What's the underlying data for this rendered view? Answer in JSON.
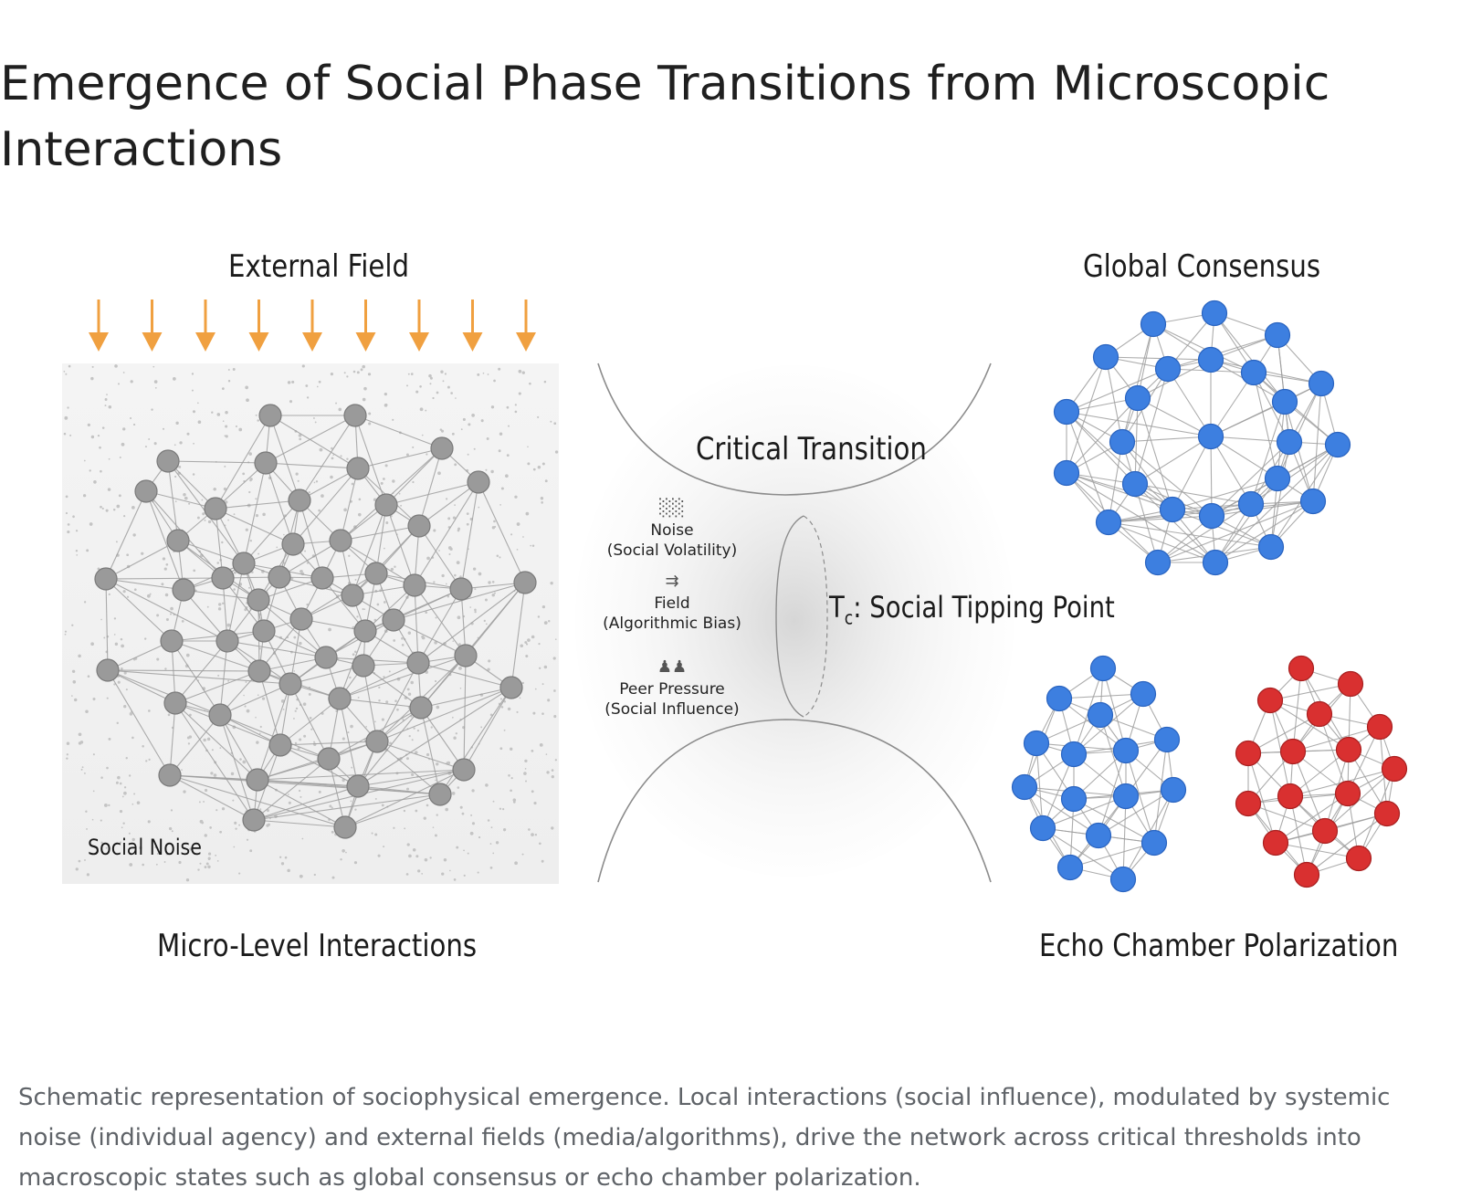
{
  "title": "Emergence of Social Phase Transitions from Microscopic Interactions",
  "diagram": {
    "external_field_label": "External Field",
    "social_noise_label": "Social Noise",
    "micro_label": "Micro-Level Interactions",
    "critical_label": "Critical Transition",
    "tipping_point": {
      "symbol": "T",
      "subscript": "c",
      "text": ": Social Tipping Point"
    },
    "global_consensus_label": "Global Consensus",
    "echo_label": "Echo Chamber Polarization",
    "legend": [
      {
        "icon": "noise-icon",
        "line1": "Noise",
        "line2": "(Social Volatility)"
      },
      {
        "icon": "field-icon",
        "line1": "Field",
        "line2": "(Algorithmic Bias)"
      },
      {
        "icon": "peer-pressure-icon",
        "line1": "Peer Pressure",
        "line2": "(Social Influence)"
      }
    ],
    "colors": {
      "arrow": "#f0a040",
      "node_micro": "#9a9a9a",
      "node_blue": "#3d7fe0",
      "node_red": "#d93030",
      "edge": "#9e9e9e"
    }
  },
  "caption": "Schematic representation of sociophysical emergence. Local interactions (social influence), modulated by systemic noise (individual agency) and external fields (media/algorithms), drive the network across critical thresholds into macroscopic states such as global consensus or echo chamber polarization."
}
